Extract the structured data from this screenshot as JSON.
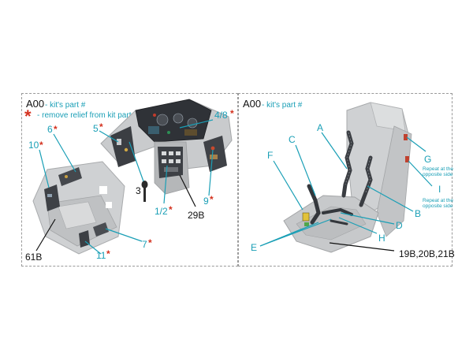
{
  "left_panel": {
    "part_code": "A00",
    "part_caption": "- kit's part #",
    "star_symbol": "*",
    "star_caption": "- remove relief from kit part first",
    "callouts": {
      "c10": "10",
      "c6": "6",
      "c5": "5",
      "c3": "3",
      "c4_8": "4/8",
      "c1_2": "1/2",
      "c9": "9",
      "c29b": "29B",
      "c7": "7",
      "c11": "11",
      "c61b": "61B"
    }
  },
  "right_panel": {
    "part_code": "A00",
    "part_caption": "- kit's part #",
    "callouts": {
      "a": "A",
      "b": "B",
      "c": "C",
      "d": "D",
      "e": "E",
      "f": "F",
      "g": "G",
      "h": "H",
      "i": "I",
      "parts": "19B,20B,21B"
    },
    "repeat_note_line1": "Repeat at the",
    "repeat_note_line2": "opposite side"
  },
  "colors": {
    "callout": "#1a9fb6",
    "star": "#d4311e",
    "model_grey": "#c9cbcd"
  }
}
